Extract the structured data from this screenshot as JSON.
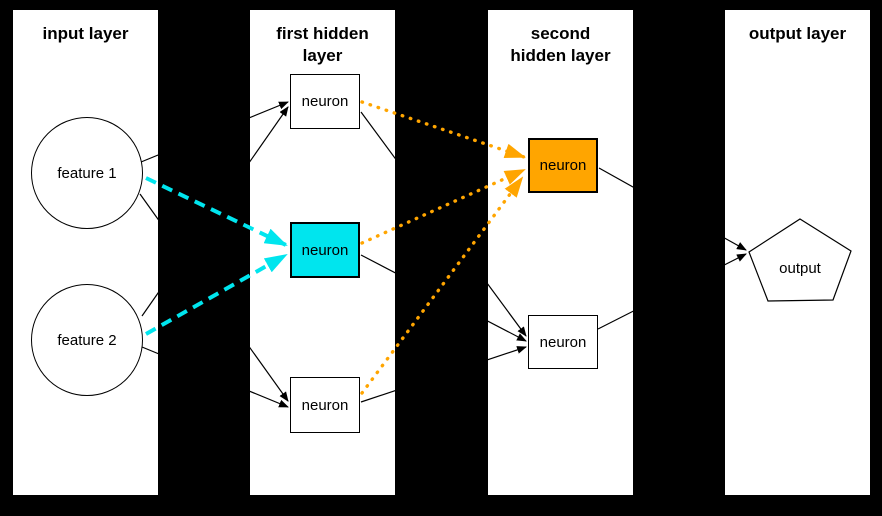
{
  "diagram": {
    "background": "#000000",
    "panel_background": "#ffffff",
    "description": "feed-forward neural network diagram with highlighted neurons"
  },
  "colors": {
    "highlight_cyan": "#00e5ee",
    "highlight_orange": "#ffa500",
    "edge_black": "#000000",
    "node_white": "#ffffff"
  },
  "layers": [
    {
      "title": "input layer",
      "title_lines": [
        "input layer"
      ],
      "nodes": [
        {
          "label": "feature 1",
          "shape": "circle",
          "fill": "#ffffff"
        },
        {
          "label": "feature 2",
          "shape": "circle",
          "fill": "#ffffff"
        }
      ]
    },
    {
      "title": "first hidden layer",
      "title_lines": [
        "first hidden",
        "layer"
      ],
      "nodes": [
        {
          "label": "neuron",
          "shape": "rect",
          "fill": "#ffffff"
        },
        {
          "label": "neuron",
          "shape": "rect",
          "fill": "#00e5ee"
        },
        {
          "label": "neuron",
          "shape": "rect",
          "fill": "#ffffff"
        }
      ]
    },
    {
      "title": "second hidden layer",
      "title_lines": [
        "second",
        "hidden layer"
      ],
      "nodes": [
        {
          "label": "neuron",
          "shape": "rect",
          "fill": "#ffa500"
        },
        {
          "label": "neuron",
          "shape": "rect",
          "fill": "#ffffff"
        }
      ]
    },
    {
      "title": "output layer",
      "title_lines": [
        "output layer"
      ],
      "nodes": [
        {
          "label": "output",
          "shape": "pentagon",
          "fill": "#ffffff"
        }
      ]
    }
  ],
  "edges": {
    "black_solid": [
      "feature 1 -> first hidden neuron 1",
      "feature 1 -> first hidden neuron 3",
      "feature 2 -> first hidden neuron 1",
      "feature 2 -> first hidden neuron 3",
      "first hidden neuron 1 -> second hidden neuron 2",
      "first hidden neuron 2 -> second hidden neuron 2",
      "first hidden neuron 3 -> second hidden neuron 2",
      "second hidden neuron 1 -> output",
      "second hidden neuron 2 -> output"
    ],
    "cyan_dashed": [
      "feature 1 -> first hidden neuron 2",
      "feature 2 -> first hidden neuron 2"
    ],
    "orange_dotted": [
      "first hidden neuron 1 -> second hidden neuron 1",
      "first hidden neuron 2 -> second hidden neuron 1",
      "first hidden neuron 3 -> second hidden neuron 1"
    ]
  }
}
